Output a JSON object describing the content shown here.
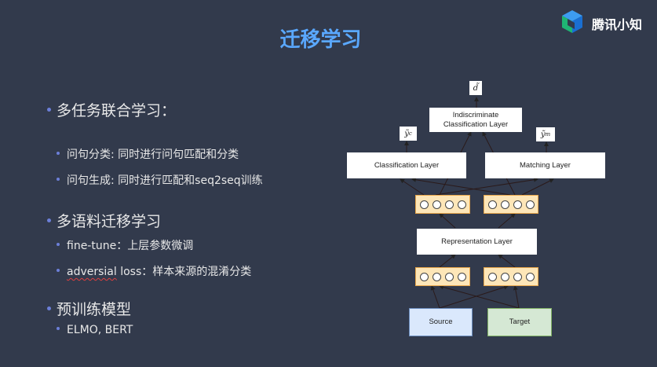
{
  "slide": {
    "title": "迁移学习",
    "logo_text": "腾讯小知"
  },
  "bullets": {
    "b1": "多任务联合学习：",
    "b1_1": "问句分类: 同时进行问句匹配和分类",
    "b1_2": "问句生成:  同时进行匹配和seq2seq训练",
    "b2": "多语料迁移学习",
    "b2_1": "fine-tune：上层参数微调",
    "b2_2_word": "adversial",
    "b2_2_rest": " loss：样本来源的混淆分类",
    "b3": "预训练模型",
    "b3_1": "ELMO, BERT"
  },
  "diagram": {
    "d_label": "d̃",
    "yc_label": "ỹ",
    "yc_sub": "c",
    "ym_label": "ỹ",
    "ym_sub": "m",
    "indiscriminate_line1": "Indiscriminate",
    "indiscriminate_line2": "Classification Layer",
    "classification": "Classification Layer",
    "matching": "Matching Layer",
    "representation": "Representation Layer",
    "source": "Source",
    "target": "Target"
  },
  "colors": {
    "background": "#323a4c",
    "title": "#5aa8ff",
    "bullet_dot": "#6c7fd9",
    "source_fill": "#dae8fc",
    "target_fill": "#d5e8d4",
    "unit_fill": "#fde6b8"
  }
}
